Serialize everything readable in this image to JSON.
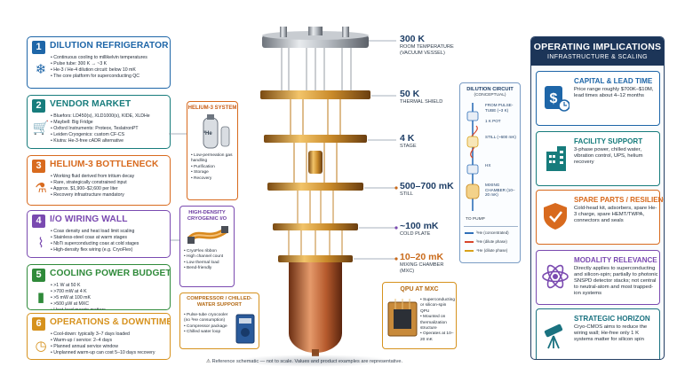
{
  "left_cards": [
    {
      "number": "1",
      "title": "DILUTION REFRIGERATOR",
      "color": "#1e66a8",
      "icon": "snowflake-icon",
      "items": [
        "Continuous cooling to millikelvin temperatures",
        "Pulse tube: 300 K → ~3 K",
        "He-3 / He-4 dilution circuit: below 10 mK",
        "The core platform for superconducting QC"
      ]
    },
    {
      "number": "2",
      "title": "VENDOR MARKET",
      "color": "#177c7c",
      "icon": "cart-icon",
      "items": [
        "Bluefors: LD450(s), XLD1000(s), KIDE, XLDHe",
        "Maybell: Big Fridge",
        "Oxford Instruments: Proteox, TeslatronPT",
        "Leiden Cryogenics: custom CF-CS",
        "Kiutra: He-3-free cADR alternative"
      ]
    },
    {
      "number": "3",
      "title": "HELIUM-3 BOTTLENECK",
      "color": "#d86a1e",
      "icon": "helium-cylinder-icon",
      "items": [
        "Working fluid derived from tritium decay",
        "Rare, strategically constrained input",
        "Approx. $1,900–$2,600 per liter",
        "Recovery infrastructure mandatory"
      ]
    },
    {
      "number": "4",
      "title": "I/O WIRING WALL",
      "color": "#7a4ab0",
      "icon": "cable-icon",
      "items": [
        "Coax density and heat load limit scaling",
        "Stainless-steel coax at warm stages",
        "NbTi superconducting coax at cold stages",
        "High-density flex wiring (e.g. CryoFlex)"
      ]
    },
    {
      "number": "5",
      "title": "COOLING POWER BUDGETS",
      "color": "#2f8a3a",
      "icon": "bar-chart-icon",
      "items": [
        ">1 W at 50 K",
        ">700 mW at 4 K",
        ">5 mW at 100 mK",
        ">500 μW at MXC",
        "Heat-load margin matters"
      ]
    },
    {
      "number": "6",
      "title": "OPERATIONS & DOWNTIME",
      "color": "#d6921e",
      "icon": "clock-calendar-icon",
      "items": [
        "Cool-down: typically 3–7 days loaded",
        "Warm-up / service: 2–4 days",
        "Planned annual service window",
        "Unplanned warm-up can cost 5–10 days recovery"
      ]
    }
  ],
  "stages": [
    {
      "temp": "300 K",
      "label": "ROOM TEMPERATURE",
      "label2": "(VACUUM VESSEL)",
      "color": "#1e3e66"
    },
    {
      "temp": "50 K",
      "label": "THERMAL SHIELD",
      "label2": "",
      "color": "#1e3e66"
    },
    {
      "temp": "4 K",
      "label": "STAGE",
      "label2": "",
      "color": "#1e3e66"
    },
    {
      "temp": "500–700 mK",
      "label": "STILL",
      "label2": "",
      "color": "#1e3e66"
    },
    {
      "temp": "~100 mK",
      "label": "COLD PLATE",
      "label2": "",
      "color": "#1e3e66"
    },
    {
      "temp": "10–20 mK",
      "label": "MIXING CHAMBER",
      "label2": "(MXC)",
      "color": "#c96a1a"
    }
  ],
  "helium_system": {
    "title": "HELIUM-3 SYSTEM",
    "icon_label": "³He",
    "items": [
      "Low-permeation gas handling",
      "Purification",
      "Storage",
      "Recovery"
    ]
  },
  "cryogenic_io": {
    "title": "HIGH-DENSITY CRYOGENIC I/O",
    "items": [
      "CryoFlex ribbon",
      "High channel count",
      "Low thermal load",
      "Bend-friendly"
    ]
  },
  "compressor": {
    "title": "COMPRESSOR / CHILLED-WATER SUPPORT",
    "items": [
      "Pulse-tube cryocooler (no ³He consumption)",
      "Compressor package",
      "Chilled water loop"
    ]
  },
  "qpu": {
    "title": "QPU AT MXC",
    "items": [
      "Superconducting or silicon-spin QPU",
      "Mounted on thermalization structure",
      "Operates at 10–20 mK"
    ]
  },
  "dilution_circuit": {
    "title": "DILUTION CIRCUIT",
    "subtitle": "(CONCEPTUAL)",
    "steps": [
      "FROM PULSE-TUBE (~3 K)",
      "1 K POT",
      "STILL (~600 mK)",
      "HX",
      "MIXING CHAMBER (10–20 mK)"
    ],
    "to_pump": "TO PUMP",
    "legend": [
      "³He (concentrated)",
      "³He (dilute phase)",
      "⁴He (dilute phase)"
    ],
    "legend_colors": [
      "#2f6fb8",
      "#d8452a",
      "#d9a21a"
    ]
  },
  "implications": {
    "title": "OPERATING IMPLICATIONS",
    "subtitle": "INFRASTRUCTURE & SCALING",
    "items": [
      {
        "title": "CAPITAL & LEAD TIME",
        "text": "Price range roughly $700K–$10M, lead times about 4–12 months",
        "color": "#1e66a8",
        "icon": "money-clock-icon"
      },
      {
        "title": "FACILITY SUPPORT",
        "text": "3-phase power, chilled water, vibration control, UPS, helium recovery",
        "color": "#177c7c",
        "icon": "building-icon"
      },
      {
        "title": "SPARE PARTS / RESILIENCE",
        "text": "Cold-head kit, adsorbers, spare He-3 charge, spare HEMT/TWPA, connectors and seals",
        "color": "#d86a1e",
        "icon": "shield-check-icon"
      },
      {
        "title": "MODALITY RELEVANCE",
        "text": "Directly applies to superconducting and silicon-spin; partially to photonic SNSPD detector stacks; not central to neutral-atom and most trapped-ion systems",
        "color": "#7a4ab0",
        "icon": "atom-icon"
      },
      {
        "title": "STRATEGIC HORIZON",
        "text": "Cryo-CMOS aims to reduce the wiring wall; He-free only 1 K systems matter for silicon spin",
        "color": "#1a7280",
        "icon": "telescope-icon"
      }
    ]
  },
  "footer": "Reference schematic — not to scale. Values and product examples are representative."
}
